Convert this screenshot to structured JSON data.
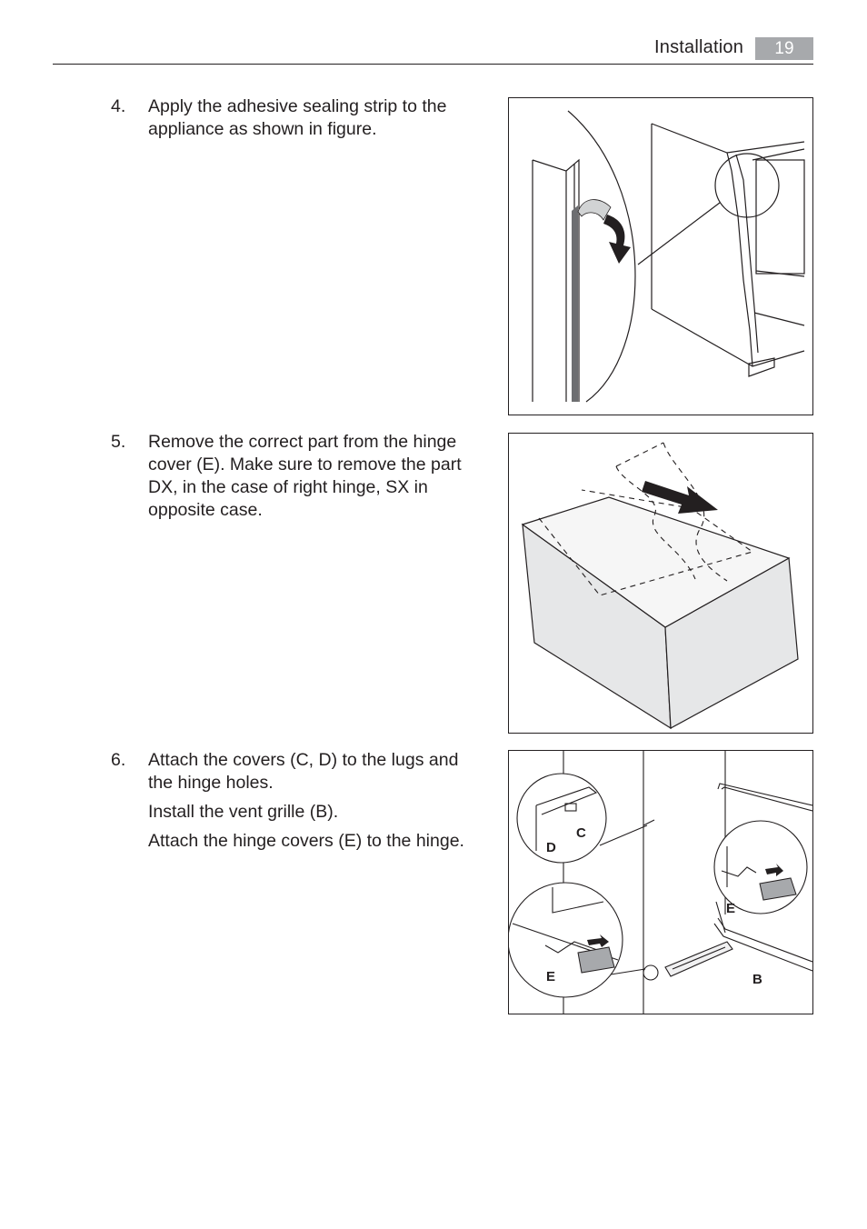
{
  "header": {
    "section": "Installation",
    "page_number": "19"
  },
  "steps": [
    {
      "number": "4.",
      "paragraphs": [
        "Apply the adhesive sealing strip to the appliance as shown in figure."
      ]
    },
    {
      "number": "5.",
      "paragraphs": [
        "Remove the correct part from the hinge cover (E). Make sure to remove the part DX, in the case of right hinge, SX in opposite case."
      ]
    },
    {
      "number": "6.",
      "paragraphs": [
        "Attach the covers (C, D) to the lugs and the hinge holes.",
        "Install the vent grille (B).",
        "Attach the hinge covers (E) to the hinge."
      ]
    }
  ],
  "figure3_labels": {
    "c": "C",
    "d": "D",
    "e_left": "E",
    "e_right": "E",
    "b": "B"
  }
}
